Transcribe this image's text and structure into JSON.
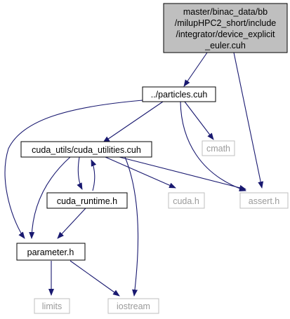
{
  "graph": {
    "root": {
      "lines": [
        "master/binac_data/bb",
        "/milupHPC2_short/include",
        "/integrator/device_explicit",
        "_euler.cuh"
      ]
    },
    "nodes": {
      "particles": "../particles.cuh",
      "cuda_utilities": "cuda_utils/cuda_utilities.cuh",
      "cmath": "cmath",
      "cuda_runtime": "cuda_runtime.h",
      "cuda_h": "cuda.h",
      "assert_h": "assert.h",
      "parameter": "parameter.h",
      "limits": "limits",
      "iostream": "iostream"
    },
    "colors": {
      "root_fill": "#bfbfbf",
      "edge": "#191970",
      "missing_border": "#bfbfbf",
      "missing_text": "#9a9a9a",
      "node_border": "#000000"
    }
  }
}
